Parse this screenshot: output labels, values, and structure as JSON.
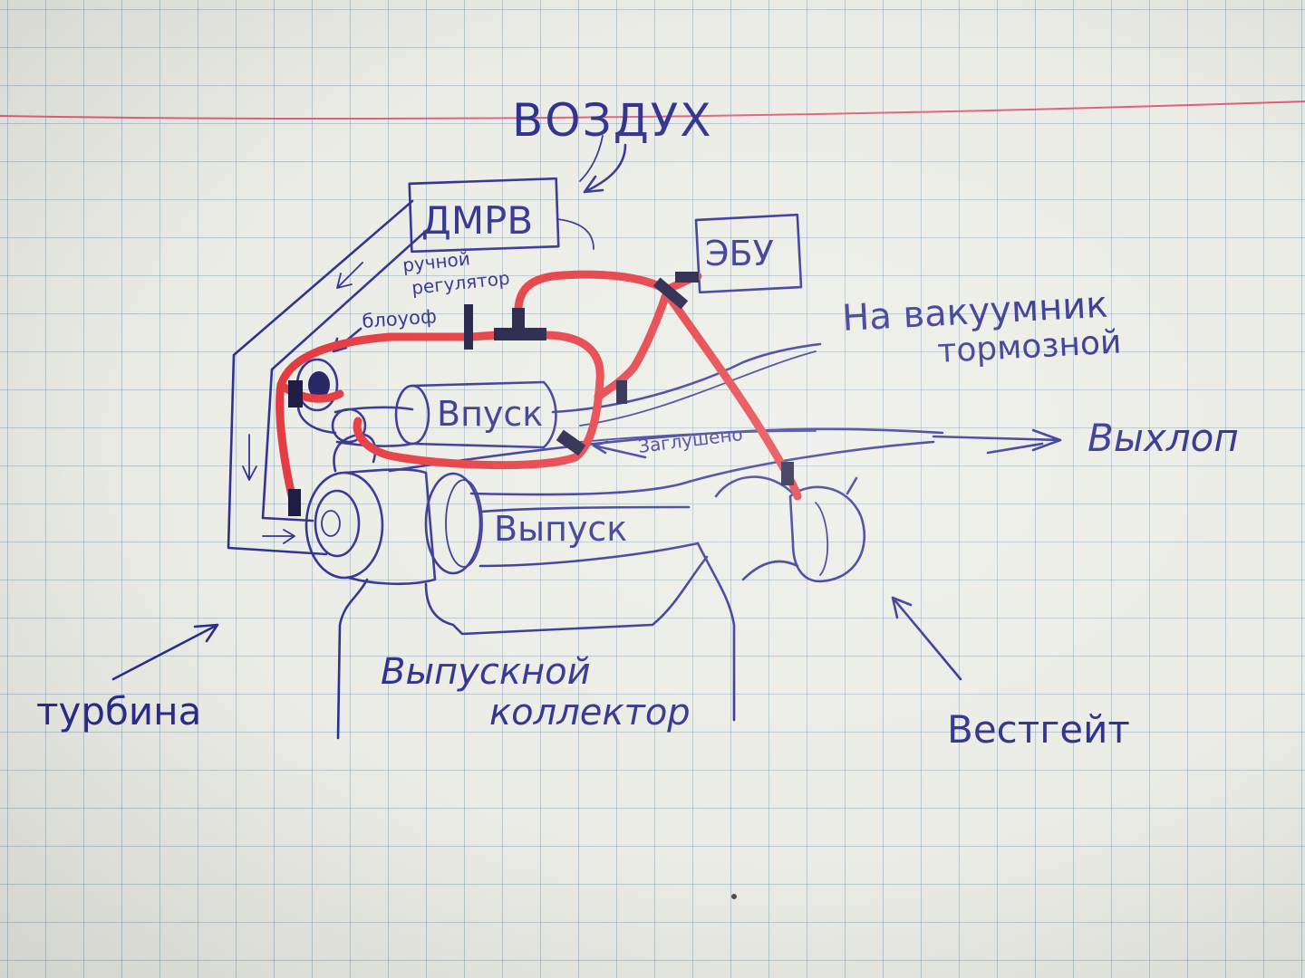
{
  "labels": {
    "air": "ВОЗДУХ",
    "maf": "ДМРВ",
    "ecu": "ЭБУ",
    "manual_regulator_line1": "ручной",
    "manual_regulator_line2": "регулятор",
    "blowoff": "блоуоф",
    "brake_vacuum_line1": "На вакуумник",
    "brake_vacuum_line2": "тормозной",
    "intake": "Впуск",
    "plugged": "Заглушено",
    "exhaust_out": "Выхлоп",
    "exhaust_side": "Выпуск",
    "turbine": "турбина",
    "exhaust_manifold_line1": "Выпускной",
    "exhaust_manifold_line2": "коллектор",
    "wastegate": "Вестгейт"
  },
  "colors": {
    "paper": "#ececE6",
    "grid": "#7896af",
    "ink": "#2b2d8f",
    "hose": "#e3333a",
    "margin_line": "#e0607a"
  }
}
